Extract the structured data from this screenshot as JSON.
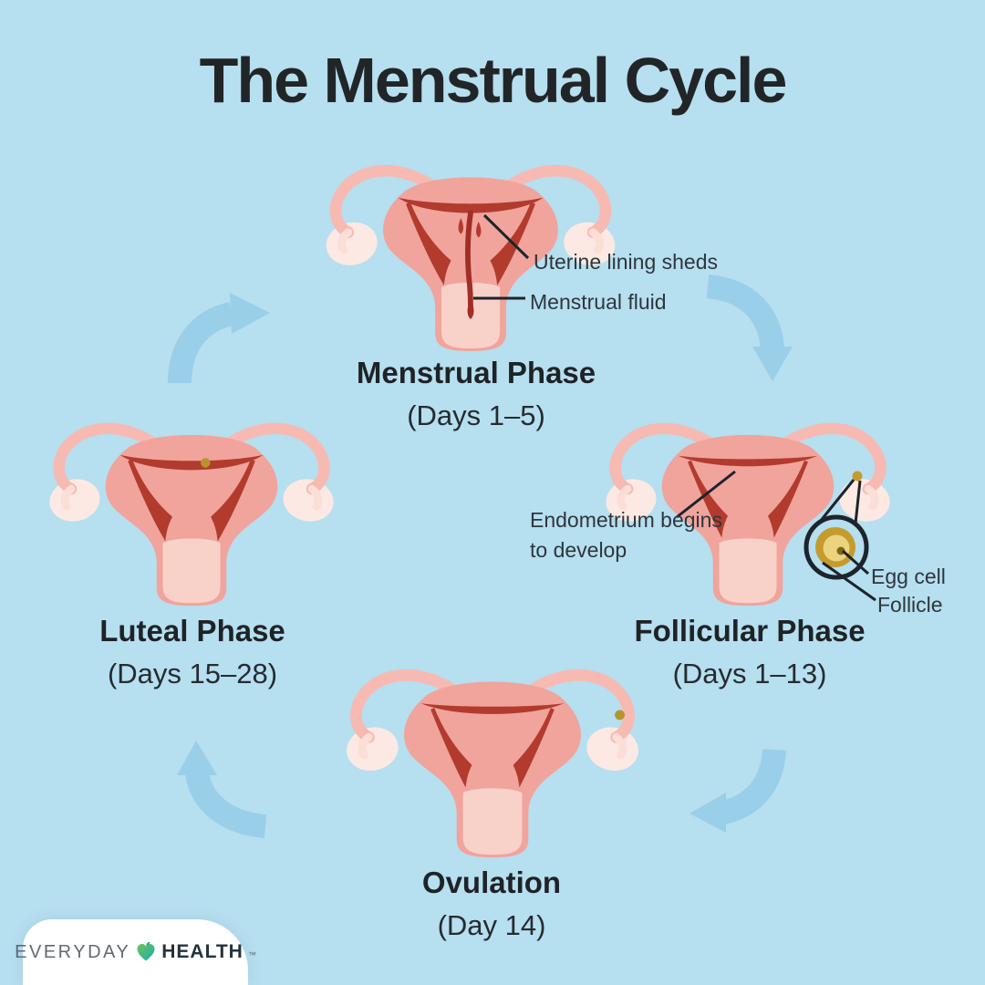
{
  "title": "The Menstrual Cycle",
  "phases": [
    {
      "name": "Menstrual Phase",
      "days": "(Days 1–5)"
    },
    {
      "name": "Follicular Phase",
      "days": "(Days 1–13)"
    },
    {
      "name": "Ovulation",
      "days": "(Day 14)"
    },
    {
      "name": "Luteal Phase",
      "days": "(Days 15–28)"
    }
  ],
  "annotations": {
    "lining_sheds": "Uterine lining sheds",
    "menstrual_fluid": "Menstrual fluid",
    "endometrium": "Endometrium begins to develop",
    "egg_cell": "Egg cell",
    "follicle": "Follicle"
  },
  "logo": {
    "everyday": "EVERYDAY",
    "health": "HEALTH",
    "tm": "™"
  },
  "palette": {
    "background": "#b6dff0",
    "arrow_blue": "#9acfe9",
    "title_text": "#222527",
    "annotation_text": "#2f363c",
    "uterus_pink": "#f0a49c",
    "tube_pink": "#f6bab2",
    "vagina_pink": "#f8d1c8",
    "ovary_pink": "#fce9e3",
    "lining_red": "#b23b2e",
    "fluid_red": "#a02f26",
    "follicle_gold": "#c69b2e",
    "egg_gold_light": "#ecd37f",
    "egg_dot_dark": "#7f6719",
    "line_dark": "#1c242c",
    "logo_gray": "#5f6a72",
    "logo_dark": "#24323e",
    "logo_green": "#6ec25b",
    "logo_teal": "#1bafab"
  }
}
